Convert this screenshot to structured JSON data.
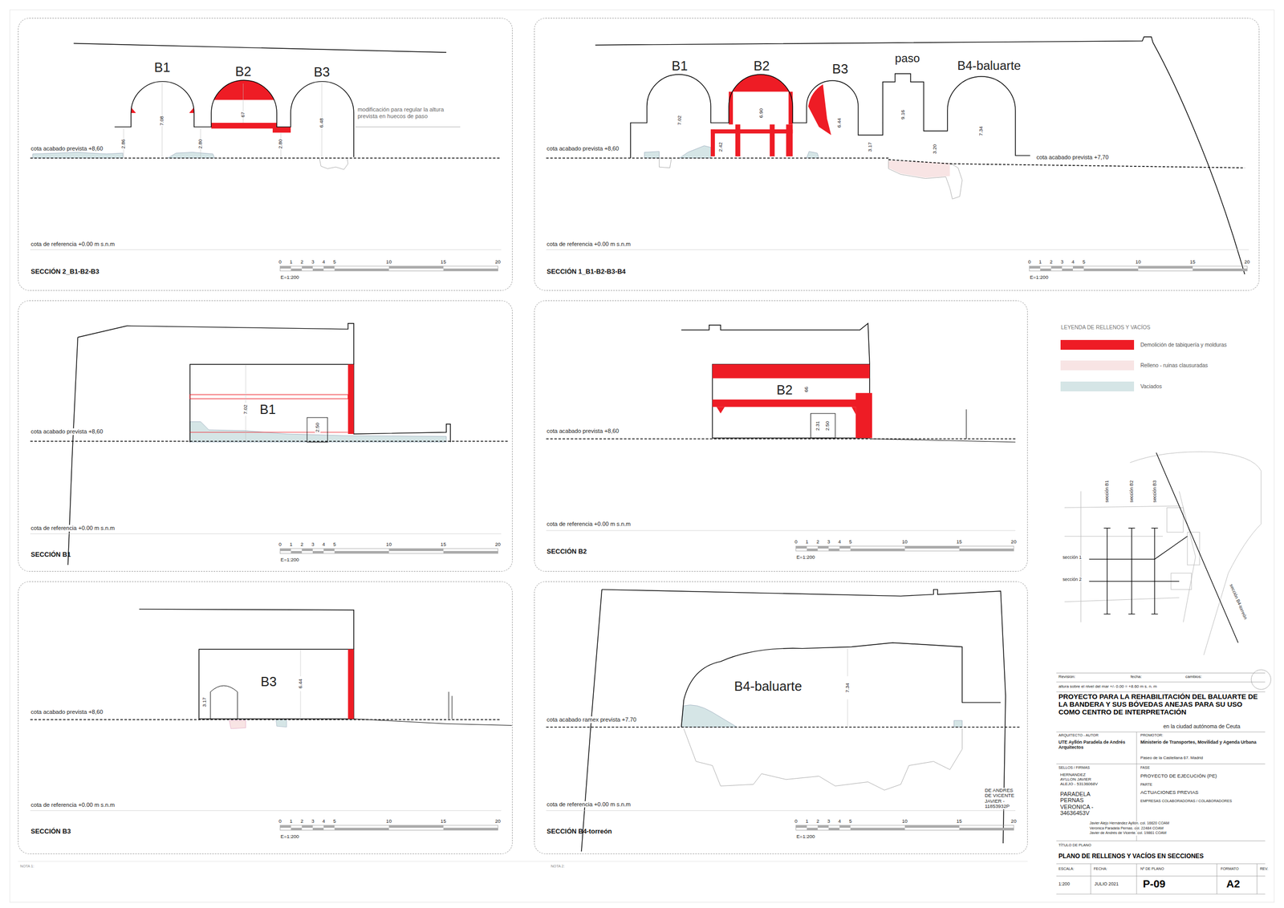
{
  "diagram": {
    "title": "PLANO DE RELLENOS Y VACÍOS EN SECCIONES",
    "nodes": [
      {
        "text": [
          "SECCIÓN 2_B1-B2-B3"
        ]
      },
      {
        "text": [
          "SECCIÓN 1_B1-B2-B3-B4"
        ]
      },
      {
        "text": [
          "SECCIÓN B1"
        ]
      },
      {
        "text": [
          "SECCIÓN B2"
        ]
      },
      {
        "text": [
          "SECCIÓN B3"
        ]
      },
      {
        "text": [
          "SECCIÓN B4-torreón"
        ]
      }
    ],
    "labels": [
      "B1",
      "B2",
      "B3",
      "7.08",
      "2.86",
      "2.80",
      "67",
      "2.80",
      "6.48",
      "modificación para regular la altura prevista en huecos de paso",
      "cota acabado prevista +8,60",
      "cota de referencia +0.00 m s.n.m",
      "0",
      "1",
      "2",
      "3",
      "4",
      "5",
      "10",
      "15",
      "20",
      "E=1:200",
      "B1",
      "B2",
      "B3",
      "paso",
      "B4-baluarte",
      "7.02",
      "2.42",
      "6.90",
      "6.44",
      "9.16",
      "3.17",
      "3.20",
      "7.34",
      "cota acabado prevista +8,60",
      "cota acabado prevista +7,70",
      "cota de referencia +0.00 m s.n.m",
      "0",
      "1",
      "2",
      "3",
      "4",
      "5",
      "10",
      "15",
      "20",
      "E=1:200",
      "B1",
      "7.02",
      "2.50",
      "cota acabado prevista +8,60",
      "cota de referencia +0.00 m s.n.m",
      "0",
      "1",
      "2",
      "3",
      "4",
      "5",
      "10",
      "15",
      "20",
      "E=1:200",
      "B2",
      "66",
      "2.31",
      "2.50",
      "cota acabado prevista +8,60",
      "cota de referencia +0.00 m s.n.m",
      "0",
      "1",
      "2",
      "3",
      "4",
      "5",
      "10",
      "15",
      "20",
      "E=1:200",
      "B3",
      "3.17",
      "6.44",
      "cota acabado prevista +8,60",
      "cota de referencia +0.00 m s.n.m",
      "0",
      "1",
      "2",
      "3",
      "4",
      "5",
      "10",
      "15",
      "20",
      "E=1:200",
      "B4-baluarte",
      "7.34",
      "cota acabado ramex prevista +7.70",
      "cota de referencia +0.00 m s.n.m",
      "0",
      "1",
      "2",
      "3",
      "4",
      "5",
      "10",
      "15",
      "20",
      "E=1:200",
      "DE ANDRES DE VICENTE JAVIER - 11853932P",
      "LEYENDA DE RELLENOS Y VACÍOS",
      "sección 1",
      "sección 2",
      "sección B1",
      "sección B2",
      "sección B3",
      "sección B4-torreón",
      "Revisión:",
      "fecha:",
      "cambios:",
      "altura sobre el nivel del mar +/- 0.00 = +8.60 m s. n. m",
      "PROYECTO PARA LA REHABILITACIÓN DEL BALUARTE DE LA BANDERA Y SUS BÓVEDAS ANEJAS PARA SU USO COMO CENTRO DE INTERPRETACIÓN",
      "en la ciudad autónoma de Ceuta",
      "ARQUITECTO - AUTOR",
      "UTE Ayllón Paradela de Andrés Arquitectos",
      "PROMOTOR:",
      "Ministerio de Transportes, Movilidad y Agenda Urbana",
      "Paseo de la Castellana 67. Madrid",
      "SELLOS / FIRMAS",
      "FASE",
      "PROYECTO DE EJECUCIÓN (PE)",
      "PARTE",
      "ACTUACIONES PREVIAS",
      "EMPRESAS COLABORADORAS / COLABORADORES",
      "HERNANDEZ AYLLON JAVIER ALEJO - 53136068V",
      "PARADELA PERNAS VERONICA - 34636453V",
      "Javier Alejo Hernández Ayllón. col. 16620 COAM",
      "Verónica Paradela Pernas. col. 22484 COAM",
      "Javier de Andrés de Vicente. col. 19861 COAM",
      "TÍTULO DE PLANO",
      "ESCALA:",
      "FECHA:",
      "Nº DE PLANO",
      "FORMATO",
      "REV.",
      "1:200",
      "JULIO 2021",
      "P-09",
      "A2",
      "NOTA 1:",
      "NOTA 2:"
    ],
    "legend": [
      {
        "text": "Demolición de tabiquería y molduras",
        "color": "#ee1c25"
      },
      {
        "text": "Relleno - ruinas clausuradas",
        "color": "#f8e4e4"
      },
      {
        "text": "Vaciados",
        "color": "#d5e5e6"
      }
    ]
  }
}
